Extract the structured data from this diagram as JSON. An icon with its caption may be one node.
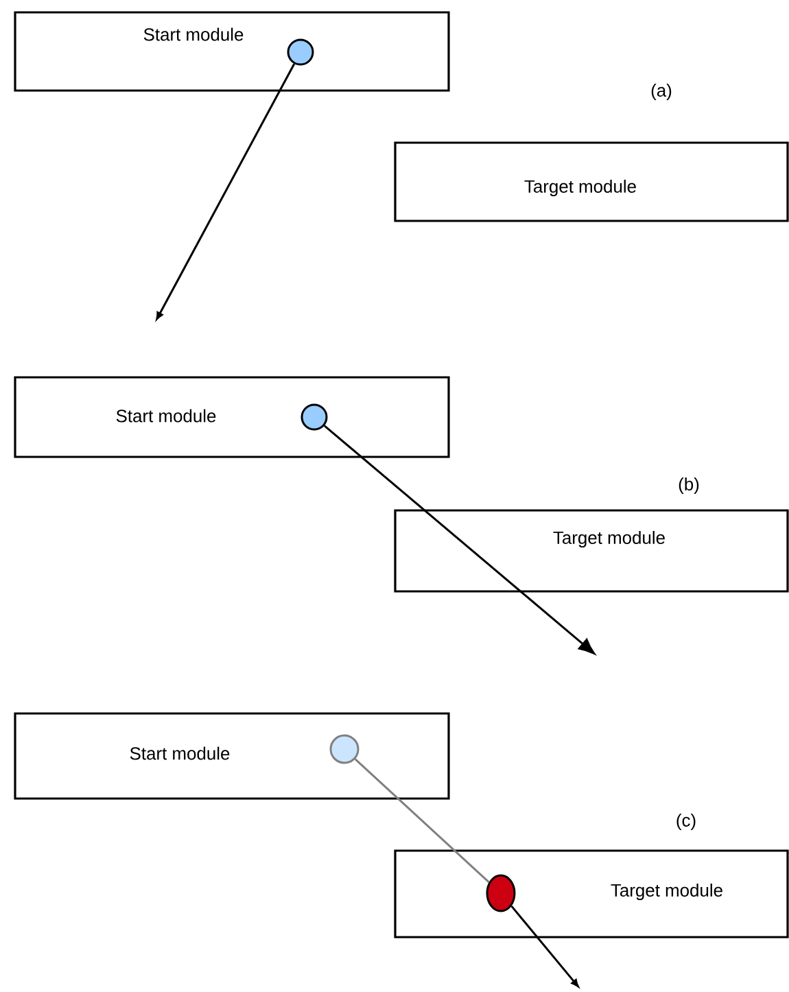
{
  "diagram": {
    "nodes": [
      {
        "text": [
          "Start module"
        ]
      },
      {
        "text": [],
        "shape": "circle",
        "in": 0
      },
      {
        "text": [
          "Target module"
        ]
      },
      {
        "text": [
          "Start module"
        ]
      },
      {
        "text": [],
        "shape": "circle",
        "in": 3
      },
      {
        "text": [
          "Target module"
        ]
      },
      {
        "text": [
          "Start module"
        ]
      },
      {
        "text": [],
        "shape": "circle",
        "in": 6
      },
      {
        "text": [
          "Target module"
        ]
      },
      {
        "text": [],
        "shape": "circle",
        "in": 8
      }
    ],
    "edges": [
      {
        "from": 1,
        "to": null,
        "arrow": "to"
      },
      {
        "from": 4,
        "to": null,
        "arrow": "to"
      },
      {
        "from": 7,
        "to": 9,
        "arrow": "none",
        "color": "#808080"
      },
      {
        "from": 9,
        "to": null,
        "arrow": "to"
      }
    ],
    "labels": [
      "(a)",
      "(b)",
      "(c)"
    ]
  }
}
